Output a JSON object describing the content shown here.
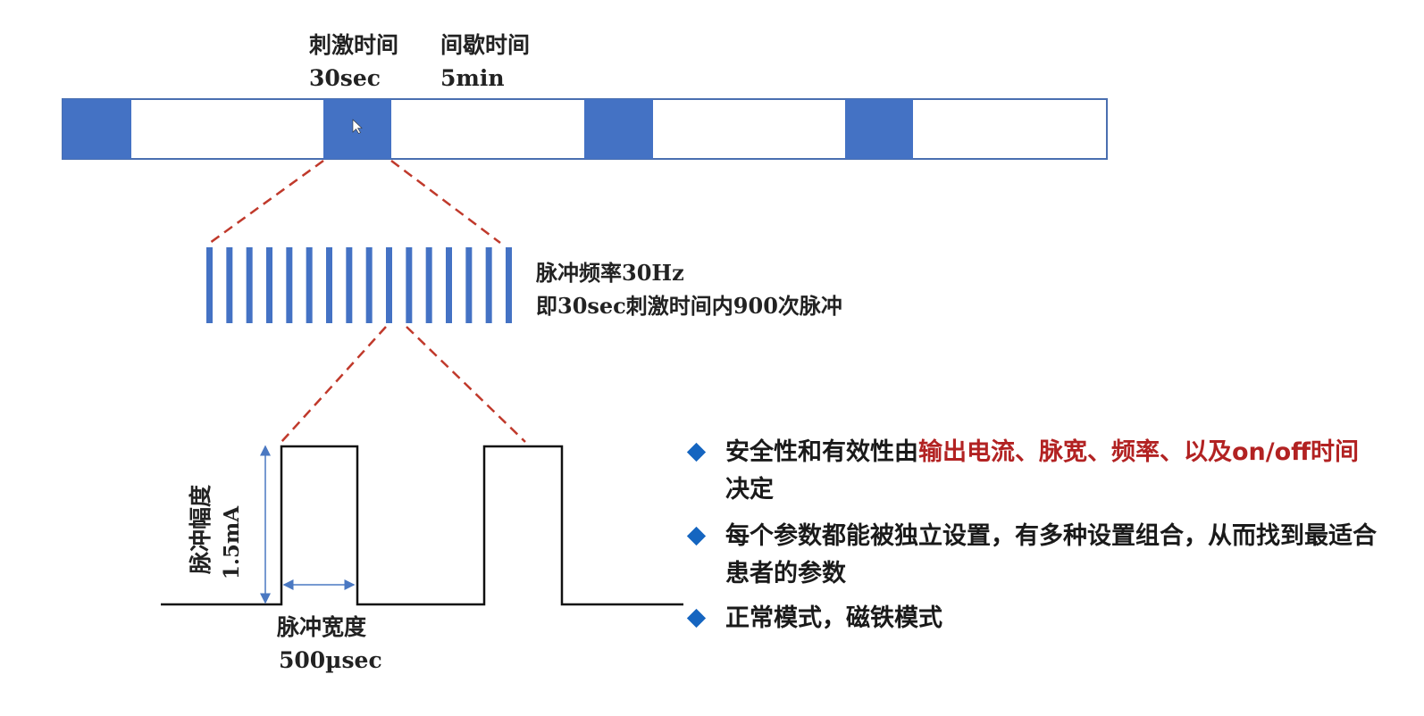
{
  "top_labels": {
    "stim_title": "刺激时间",
    "stim_value": "30sec",
    "pause_title": "间歇时间",
    "pause_value": "5min"
  },
  "pulse_train": {
    "line1": "脉冲频率30Hz",
    "line2": "即30sec刺激时间内900次脉冲",
    "bar_count": 16
  },
  "waveform": {
    "amplitude_title": "脉冲幅度",
    "amplitude_value": "1.5mA",
    "width_title": "脉冲宽度",
    "width_value": "500µsec"
  },
  "bullets": [
    {
      "prefix": "安全性和有效性由",
      "highlight": "输出电流、脉宽、频率、以及on/off时间",
      "suffix": "决定"
    },
    {
      "text": "每个参数都能被独立设置，有多种设置组合，从而找到最适合患者的参数"
    },
    {
      "text": "正常模式，磁铁模式"
    }
  ],
  "colors": {
    "blue": "#4472c4",
    "dash_red": "#c0392b",
    "bullet_blue": "#1565c0",
    "highlight_red": "#b22222"
  }
}
